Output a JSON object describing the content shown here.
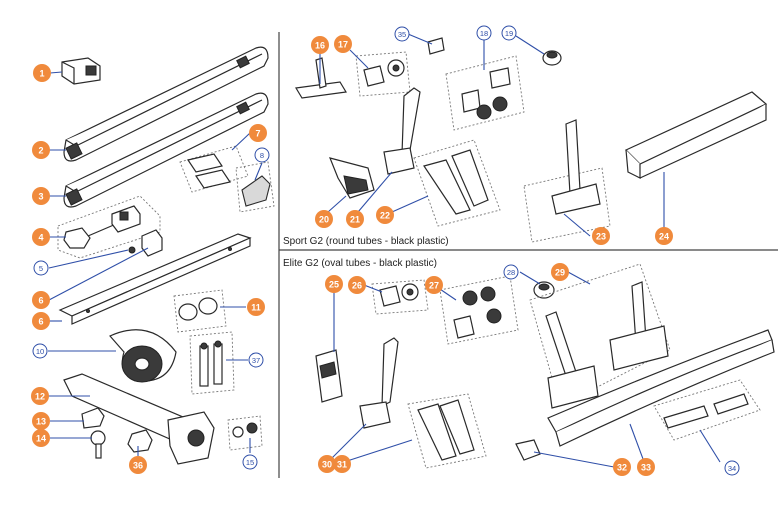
{
  "sections": {
    "sport": "Sport G2 (round tubes - black plastic)",
    "elite": "Elite G2 (oval tubes - black plastic)"
  },
  "colors": {
    "orange": "#f08a3c",
    "blue": "#2f4fa8",
    "line": "#2a2a2a"
  },
  "callouts": [
    {
      "id": "c1",
      "label": "1",
      "style": "orange"
    },
    {
      "id": "c2",
      "label": "2",
      "style": "orange"
    },
    {
      "id": "c3",
      "label": "3",
      "style": "orange"
    },
    {
      "id": "c4",
      "label": "4",
      "style": "orange"
    },
    {
      "id": "c5",
      "label": "5",
      "style": "blue"
    },
    {
      "id": "c6",
      "label": "6",
      "style": "orange"
    },
    {
      "id": "c6b",
      "label": "6",
      "style": "orange"
    },
    {
      "id": "c7",
      "label": "7",
      "style": "orange"
    },
    {
      "id": "c8",
      "label": "8",
      "style": "blue"
    },
    {
      "id": "c10",
      "label": "10",
      "style": "blue"
    },
    {
      "id": "c11",
      "label": "11",
      "style": "orange"
    },
    {
      "id": "c12",
      "label": "12",
      "style": "orange"
    },
    {
      "id": "c13",
      "label": "13",
      "style": "orange"
    },
    {
      "id": "c14",
      "label": "14",
      "style": "orange"
    },
    {
      "id": "c15",
      "label": "15",
      "style": "blue"
    },
    {
      "id": "c16",
      "label": "16",
      "style": "orange"
    },
    {
      "id": "c17",
      "label": "17",
      "style": "orange"
    },
    {
      "id": "c18",
      "label": "18",
      "style": "blue"
    },
    {
      "id": "c19",
      "label": "19",
      "style": "blue"
    },
    {
      "id": "c20",
      "label": "20",
      "style": "orange"
    },
    {
      "id": "c21",
      "label": "21",
      "style": "orange"
    },
    {
      "id": "c22",
      "label": "22",
      "style": "orange"
    },
    {
      "id": "c23",
      "label": "23",
      "style": "orange"
    },
    {
      "id": "c24",
      "label": "24",
      "style": "orange"
    },
    {
      "id": "c25",
      "label": "25",
      "style": "orange"
    },
    {
      "id": "c26",
      "label": "26",
      "style": "orange"
    },
    {
      "id": "c27",
      "label": "27",
      "style": "orange"
    },
    {
      "id": "c28",
      "label": "28",
      "style": "blue"
    },
    {
      "id": "c29",
      "label": "29",
      "style": "orange"
    },
    {
      "id": "c30",
      "label": "30",
      "style": "orange"
    },
    {
      "id": "c31",
      "label": "31",
      "style": "orange"
    },
    {
      "id": "c32",
      "label": "32",
      "style": "orange"
    },
    {
      "id": "c33",
      "label": "33",
      "style": "orange"
    },
    {
      "id": "c34",
      "label": "34",
      "style": "blue"
    },
    {
      "id": "c35",
      "label": "35",
      "style": "blue"
    },
    {
      "id": "c36",
      "label": "36",
      "style": "orange"
    },
    {
      "id": "c37",
      "label": "37",
      "style": "blue"
    }
  ]
}
